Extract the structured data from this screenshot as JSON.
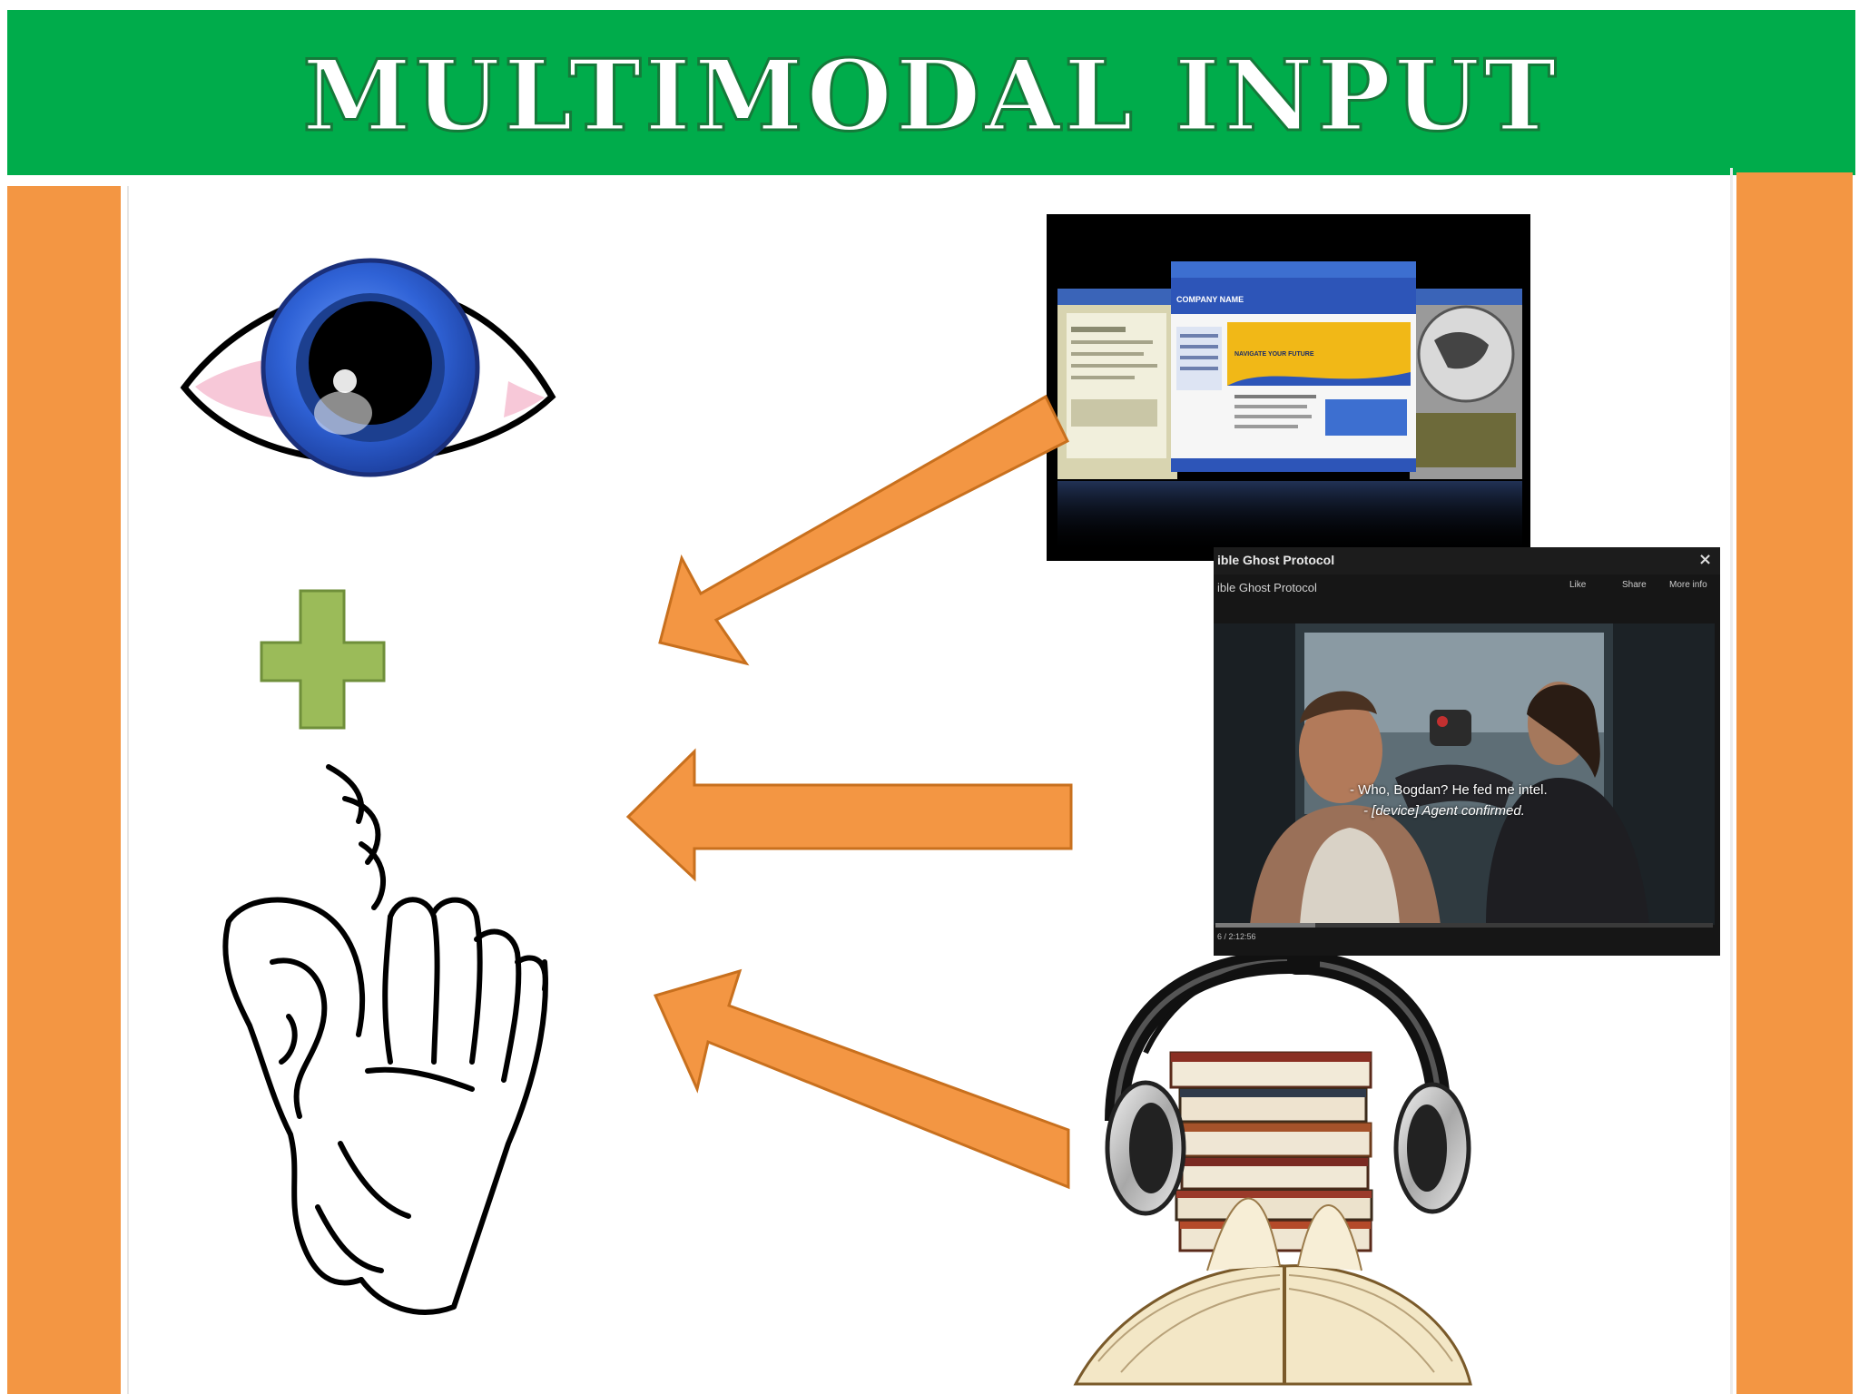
{
  "slide": {
    "title": "Multimodal Input"
  },
  "video_player": {
    "title": "ible Ghost Protocol",
    "subtitle": "ible Ghost Protocol",
    "controls": {
      "like": "Like",
      "share": "Share",
      "more": "More info"
    },
    "captions": [
      "- Who, Bogdan? He fed me intel.",
      "- [device] Agent confirmed."
    ],
    "time": "6 / 2:12:56",
    "progress": 0.2,
    "close_icon": "×"
  },
  "screens": {
    "center_header": "COMPANY NAME",
    "center_banner": "NAVIGATE YOUR FUTURE"
  },
  "colors": {
    "title_bar": "#00ac4b",
    "side_strips": "#f39643",
    "arrows": "#f39643",
    "plus": "#9bbb59",
    "eye_iris": "#3366cc"
  },
  "icons": [
    "eye-icon",
    "plus-icon",
    "ear-hand-icon",
    "websites-image",
    "video-player",
    "audiobook-headphones-image"
  ]
}
